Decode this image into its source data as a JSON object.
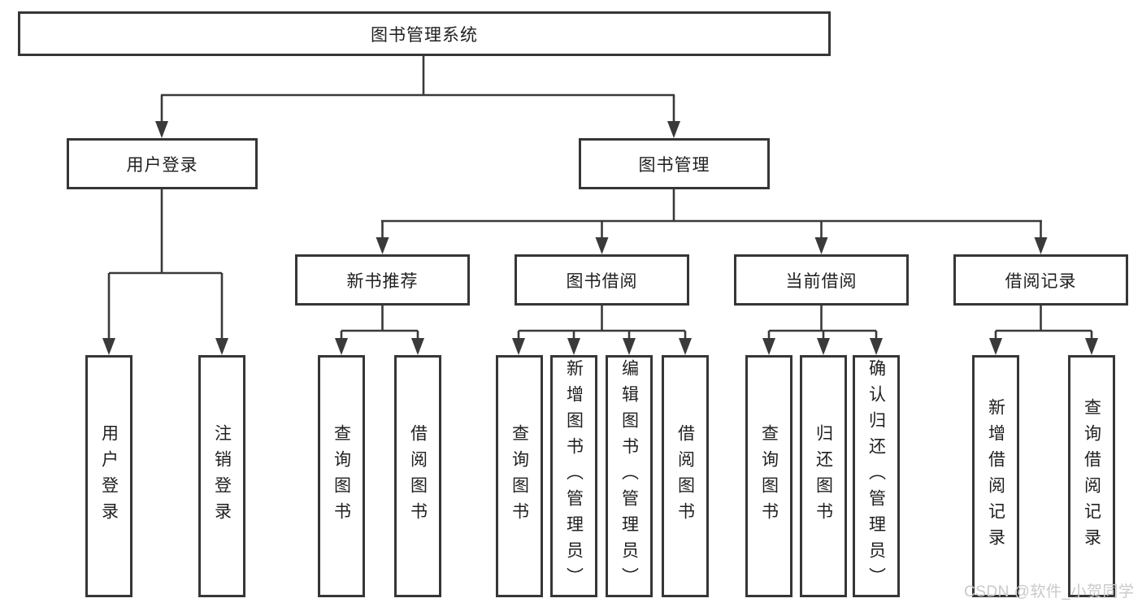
{
  "diagram": {
    "title": "图书管理系统",
    "root": {
      "label": "图书管理系统"
    },
    "level2": [
      {
        "label": "用户登录"
      },
      {
        "label": "图书管理"
      }
    ],
    "level3": [
      {
        "label": "新书推荐"
      },
      {
        "label": "图书借阅"
      },
      {
        "label": "当前借阅"
      },
      {
        "label": "借阅记录"
      }
    ],
    "leaves": {
      "login": [
        "用户登录",
        "注销登录"
      ],
      "recommend": [
        "查询图书",
        "借阅图书"
      ],
      "borrow": [
        "查询图书",
        "新增图书（管理员）",
        "编辑图书（管理员）",
        "借阅图书"
      ],
      "current": [
        "查询图书",
        "归还图书",
        "确认归还（管理员）"
      ],
      "records": [
        "新增借阅记录",
        "查询借阅记录"
      ]
    }
  },
  "watermark": {
    "text": "CSDN @软件_小贺同学",
    "color": "#c9c9c9"
  },
  "colors": {
    "line": "#3a3a3a",
    "box_border": "#363636",
    "text": "#1f1f1f",
    "background": "#ffffff"
  }
}
